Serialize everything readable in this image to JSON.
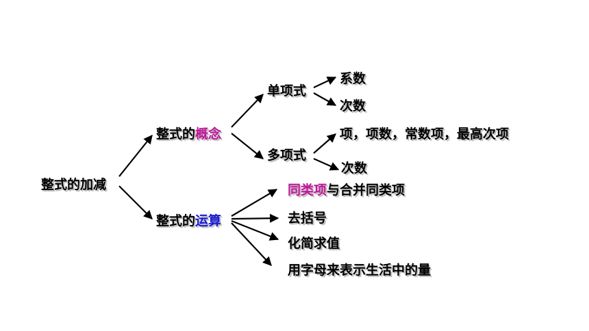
{
  "colors": {
    "text": "#000000",
    "arrow": "#000000",
    "highlight_magenta": "#c0189a",
    "highlight_blue": "#1a1ad6",
    "background": "#ffffff"
  },
  "root": {
    "label": "整式的加减"
  },
  "concept": {
    "prefix": "整式的",
    "highlight": "概念",
    "monomial": {
      "label": "单项式",
      "children": [
        "系数",
        "次数"
      ]
    },
    "polynomial": {
      "label": "多项式",
      "children": [
        "项，项数，常数项，最高次项",
        "次数"
      ]
    }
  },
  "operation": {
    "prefix": "整式的",
    "highlight": "运算",
    "items": {
      "like_terms": {
        "highlight": "同类项",
        "rest": "与合并同类项"
      },
      "brackets": "去括号",
      "simplify": "化简求值",
      "letters": "用字母来表示生活中的量"
    }
  }
}
